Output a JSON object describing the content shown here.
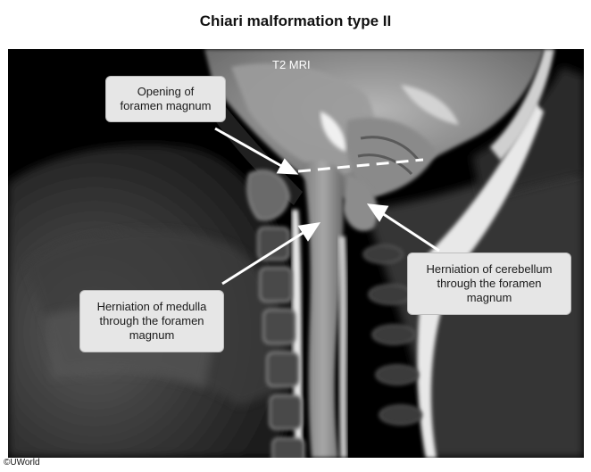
{
  "title": "Chiari malformation type II",
  "image": {
    "modality_label": "T2 MRI"
  },
  "callouts": {
    "foramen_opening": "Opening of\nforamen magnum",
    "medulla_herniation": "Herniation of medulla\nthrough the foramen\nmagnum",
    "cerebellum_herniation": "Herniation of cerebellum\nthrough the foramen\nmagnum"
  },
  "copyright": "©UWorld"
}
